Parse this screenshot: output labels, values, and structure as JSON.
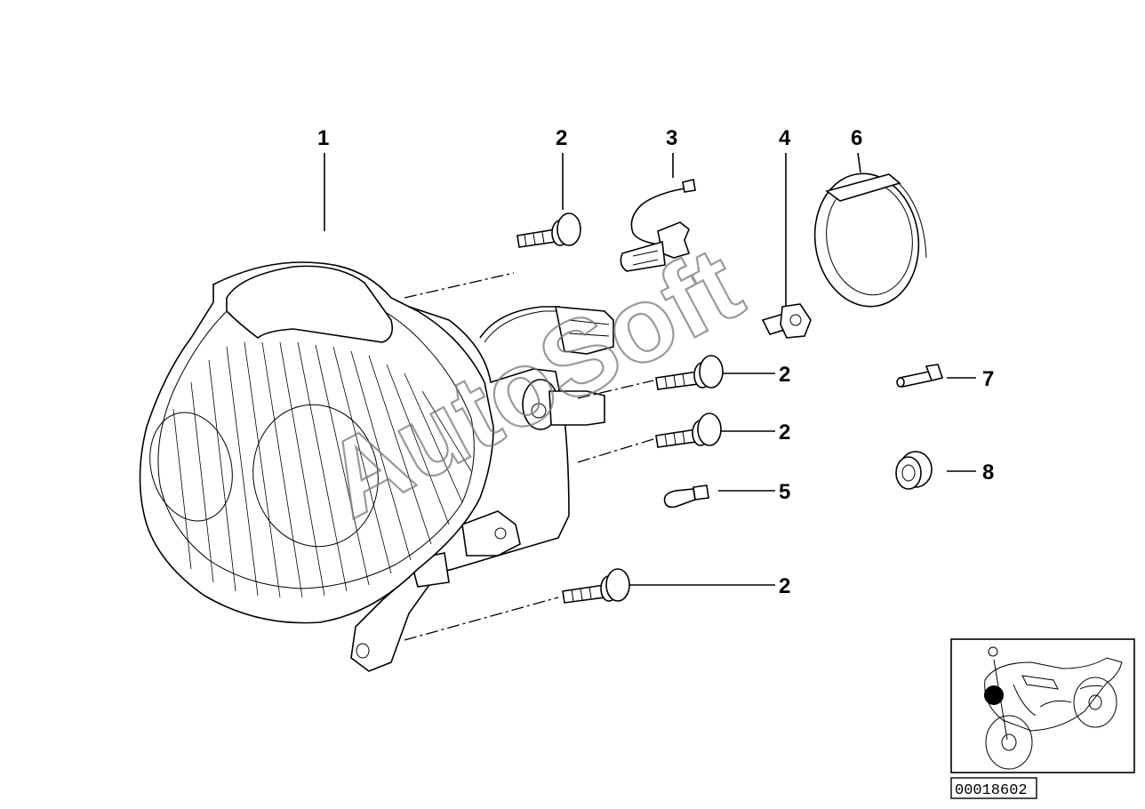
{
  "diagram": {
    "callouts": {
      "c1": "1",
      "c2a": "2",
      "c2b": "2",
      "c2c": "2",
      "c2d": "2",
      "c3": "3",
      "c4": "4",
      "c5": "5",
      "c6": "6",
      "c7": "7",
      "c8": "8"
    },
    "watermark": "AutoSoft",
    "reference_code": "00018602",
    "location_marker_color": "#000000"
  }
}
